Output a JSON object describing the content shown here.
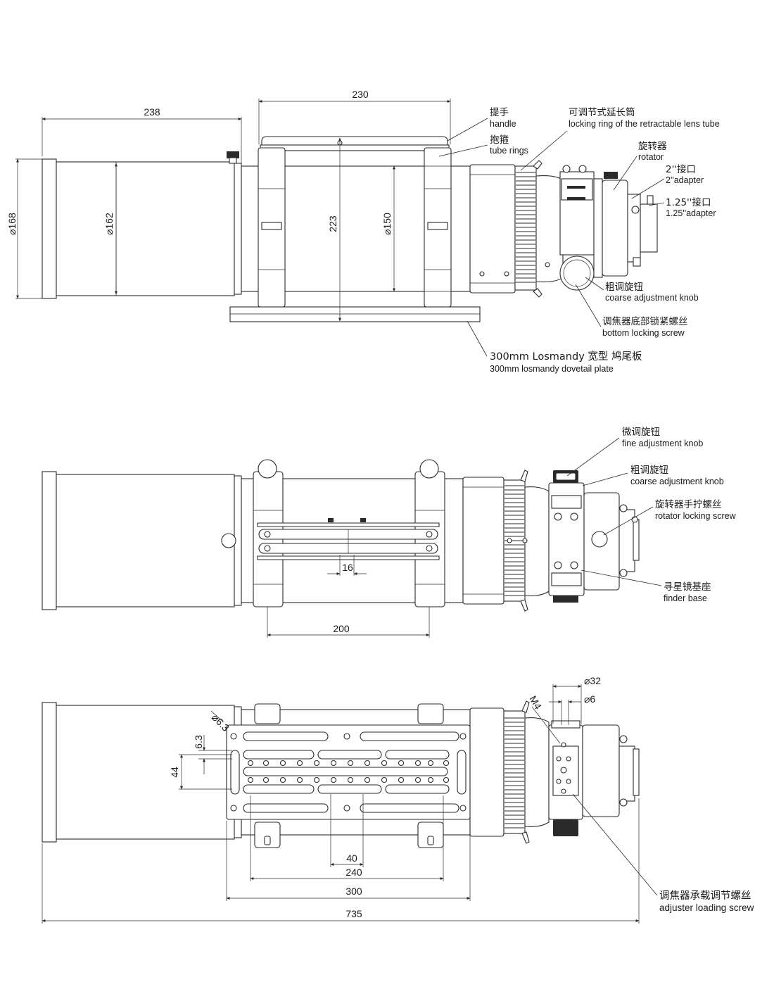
{
  "views": {
    "side": {
      "dimensions": {
        "tube_length": "238",
        "rings_span": "230",
        "tube_diameter": "⌀168",
        "tube_inner_diameter": "⌀162",
        "height": "223",
        "focuser_diameter": "⌀150"
      },
      "callouts": [
        {
          "cn": "提手",
          "en": "handle"
        },
        {
          "cn": "抱箍",
          "en": "tube rings"
        },
        {
          "cn": "可调节式延长筒",
          "en": "locking ring of the retractable lens tube"
        },
        {
          "cn": "旋转器",
          "en": "rotator"
        },
        {
          "cn": "2''接口",
          "en": "2''adapter"
        },
        {
          "cn": "1.25''接口",
          "en": "1.25''adapter"
        },
        {
          "cn": "粗调旋钮",
          "en": "coarse adjustment knob"
        },
        {
          "cn": "调焦器底部锁紧螺丝",
          "en": "bottom locking screw"
        },
        {
          "cn": "300mm Losmandy 宽型 鸠尾板",
          "en": "300mm losmandy dovetail plate"
        }
      ]
    },
    "top": {
      "dimensions": {
        "slot_spacing": "16",
        "ring_spacing": "200"
      },
      "callouts": [
        {
          "cn": "微调旋钮",
          "en": "fine adjustment knob"
        },
        {
          "cn": "粗调旋钮",
          "en": "coarse adjustment knob"
        },
        {
          "cn": "旋转器手拧螺丝",
          "en": "rotator locking screw"
        },
        {
          "cn": "寻星镜基座",
          "en": "finder base"
        }
      ]
    },
    "bottom": {
      "dimensions": {
        "hole_diameter": "⌀6.3",
        "hole_offset": "6.3",
        "hole_row_gap": "44",
        "hole_spacing": "40",
        "hole_span": "240",
        "plate_length": "300",
        "total_length": "735",
        "thread": "M4",
        "outer_diameter": "⌀32",
        "inner_diameter": "⌀6"
      },
      "callouts": [
        {
          "cn": "调焦器承载调节螺丝",
          "en": "adjuster loading screw"
        }
      ]
    }
  }
}
